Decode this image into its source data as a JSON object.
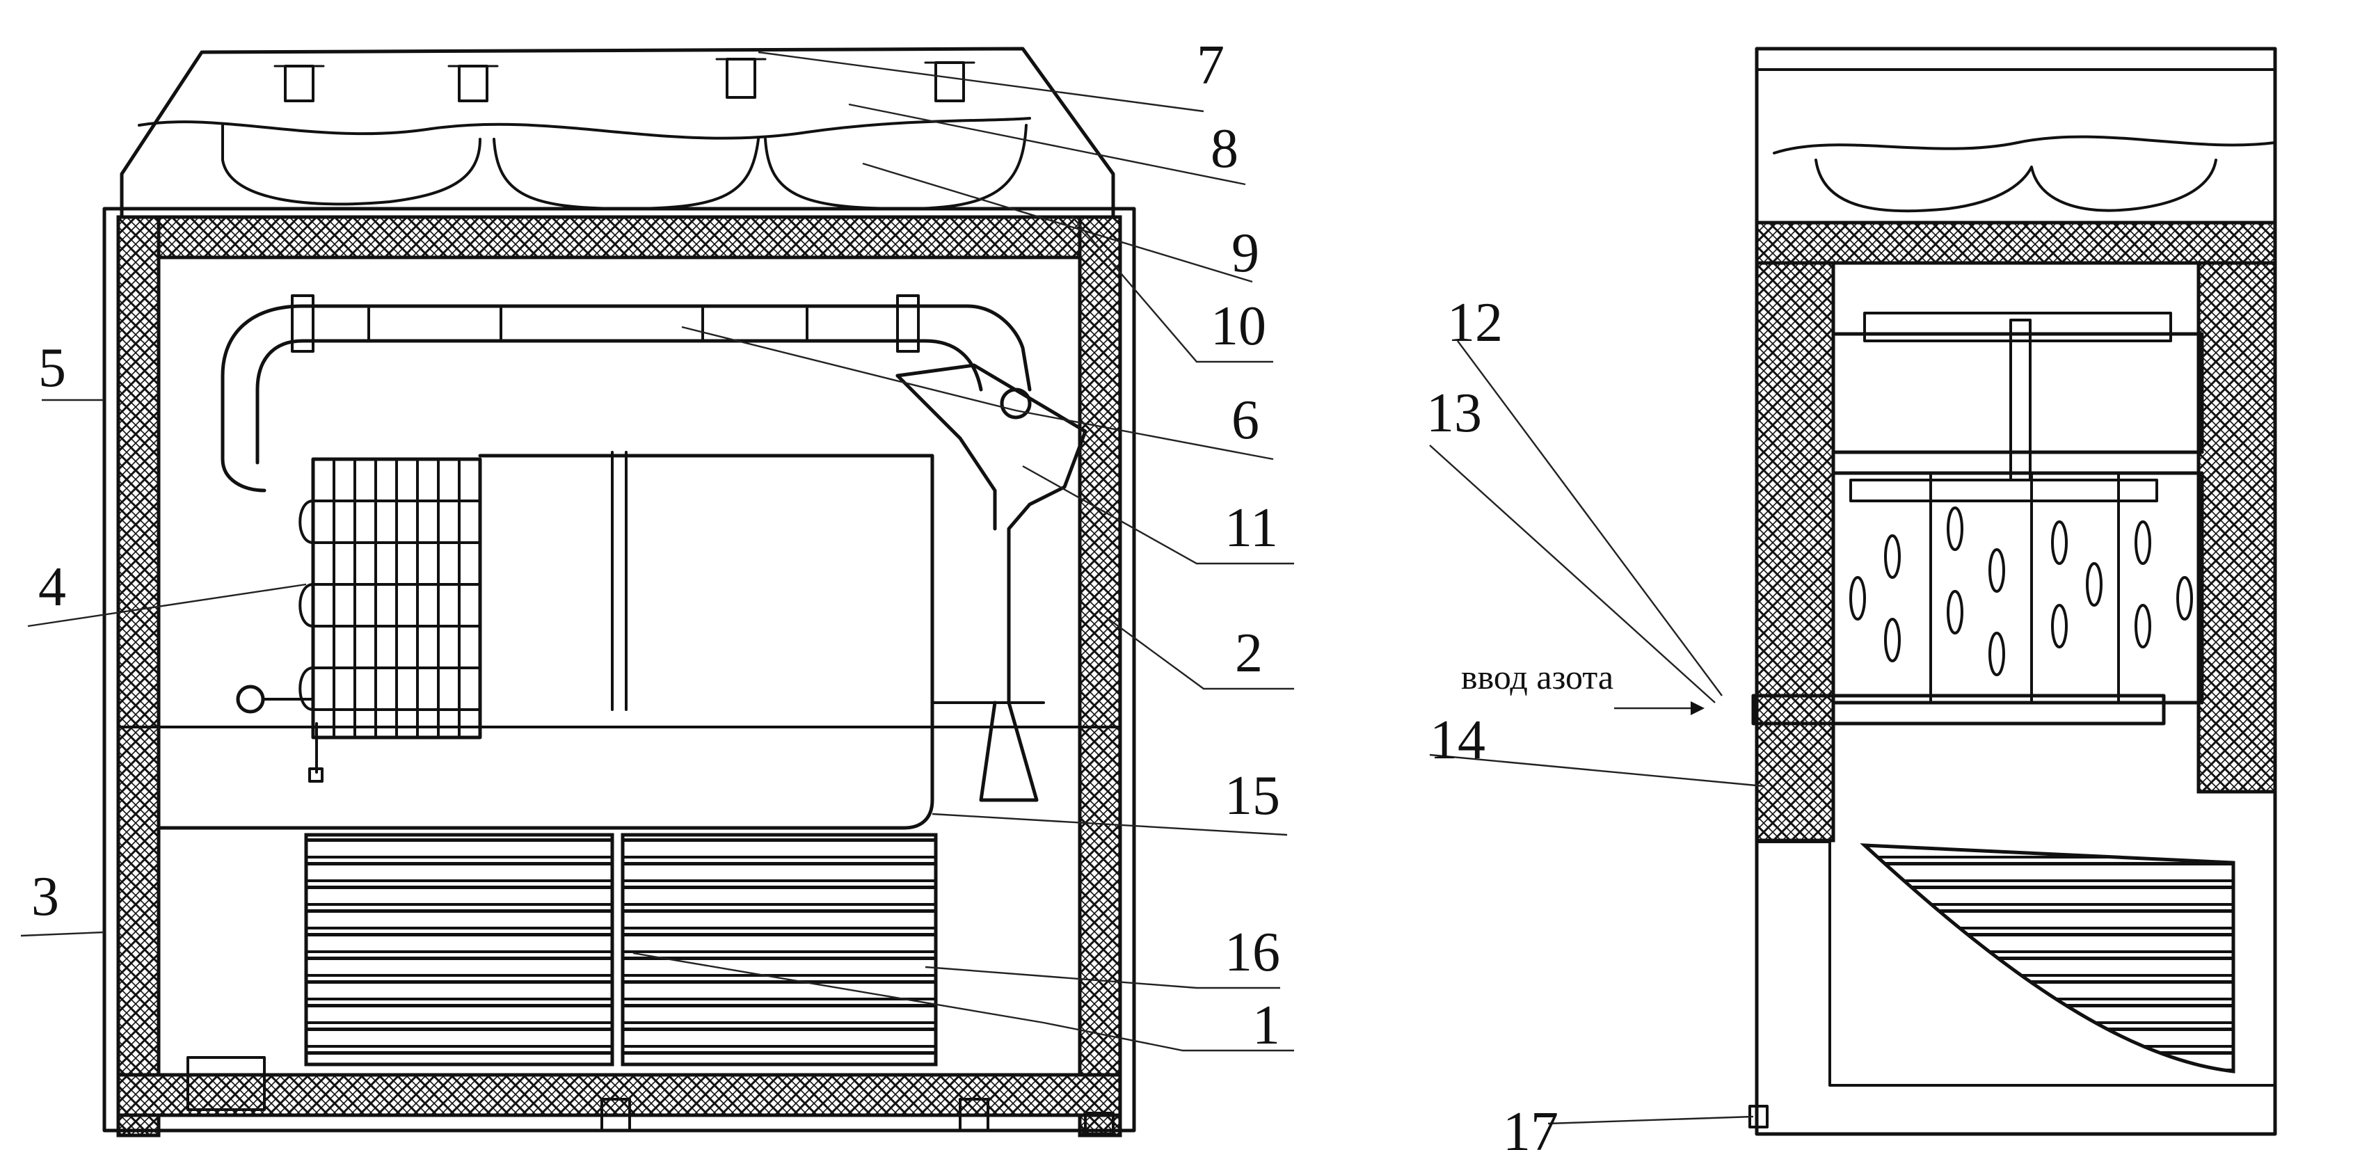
{
  "figure": {
    "left_view": "front-section",
    "right_view": "side-section",
    "colors": {
      "ink": "#111111",
      "paper": "#ffffff"
    }
  },
  "callouts": [
    "1",
    "2",
    "3",
    "4",
    "5",
    "6",
    "7",
    "8",
    "9",
    "10",
    "11",
    "12",
    "13",
    "14",
    "15",
    "16",
    "17"
  ],
  "annotations": {
    "nitrogen_inlet": "ввод азота"
  }
}
